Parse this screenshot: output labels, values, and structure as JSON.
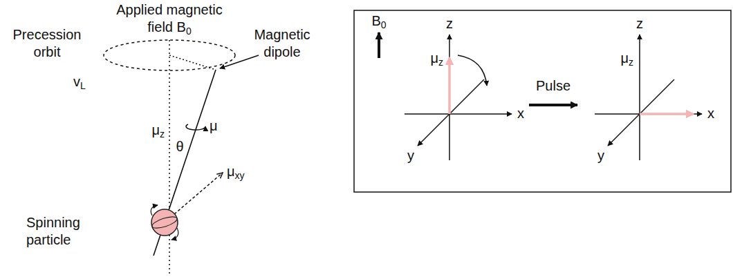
{
  "diagram": {
    "labels": [
      "Applied magnetic field B0",
      "Precession orbit",
      "Magnetic dipole",
      "vL",
      "μz",
      "μ",
      "θ",
      "μxy",
      "Spinning particle",
      "B0",
      "z",
      "μz",
      "x",
      "y",
      "Pulse",
      "z",
      "μz",
      "x",
      "y"
    ]
  }
}
